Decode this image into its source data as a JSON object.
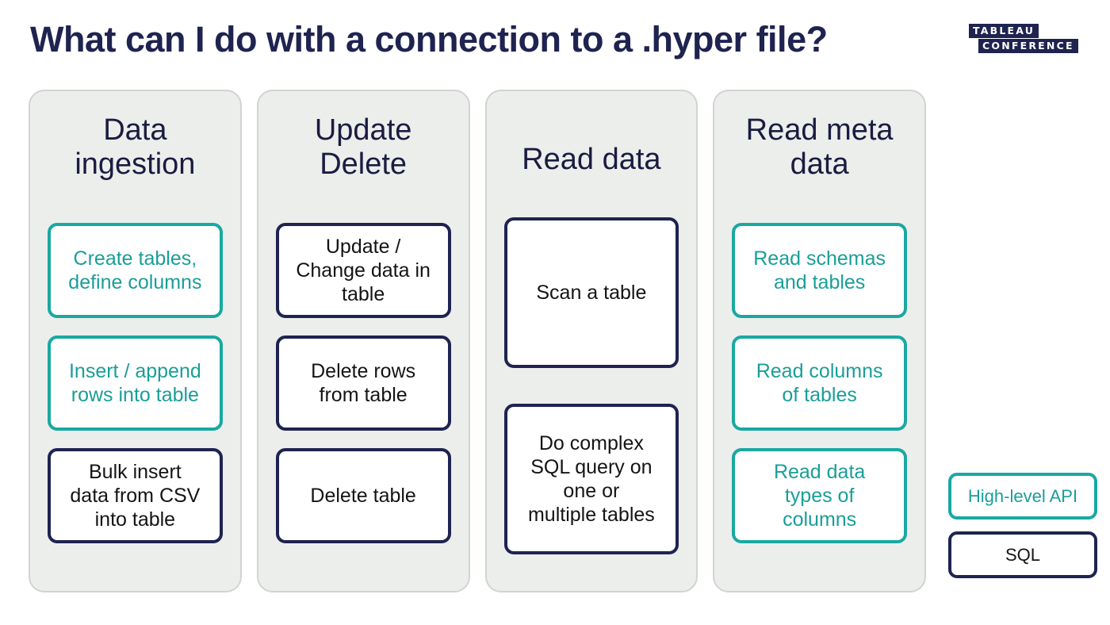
{
  "slide": {
    "title": "What can I do with a connection to a .hyper file?",
    "background_color": "#fefffe"
  },
  "logo": {
    "name": "tableau-conference-logo",
    "line1": "TABLEAU",
    "line2": "CONFERENCE",
    "color": "#1f2350",
    "text_color": "#ffffff"
  },
  "colors": {
    "navy": "#1f2350",
    "teal": "#1aa8a2",
    "teal_text": "#1a9e98",
    "card_background": "#eceeec",
    "card_border": "#d2d4d2",
    "box_background": "#ffffff",
    "sql_text": "#141414"
  },
  "columns": [
    {
      "id": "data-ingestion",
      "header_lines": [
        "Data",
        "ingestion"
      ],
      "items": [
        {
          "id": "create-tables",
          "type": "api",
          "lines": [
            "Create tables,",
            "define columns"
          ]
        },
        {
          "id": "insert-append-rows",
          "type": "api",
          "lines": [
            "Insert / append",
            "rows into table"
          ]
        },
        {
          "id": "bulk-insert-csv",
          "type": "sql",
          "lines": [
            "Bulk insert",
            "data from CSV",
            "into table"
          ]
        }
      ]
    },
    {
      "id": "update-delete",
      "header_lines": [
        "Update",
        "Delete"
      ],
      "items": [
        {
          "id": "update-change-data",
          "type": "sql",
          "lines": [
            "Update /",
            "Change data in",
            "table"
          ]
        },
        {
          "id": "delete-rows",
          "type": "sql",
          "lines": [
            "Delete rows",
            "from table"
          ]
        },
        {
          "id": "delete-table",
          "type": "sql",
          "lines": [
            "Delete table"
          ]
        }
      ]
    },
    {
      "id": "read-data",
      "header_lines": [
        "Read data"
      ],
      "items": [
        {
          "id": "scan-a-table",
          "type": "sql",
          "lines": [
            "Scan a table"
          ]
        },
        {
          "id": "complex-sql-query",
          "type": "sql",
          "lines": [
            "Do complex",
            "SQL query on",
            "one or",
            "multiple tables"
          ]
        }
      ]
    },
    {
      "id": "read-meta-data",
      "header_lines": [
        "Read meta",
        "data"
      ],
      "items": [
        {
          "id": "read-schemas-tables",
          "type": "api",
          "lines": [
            "Read schemas",
            "and tables"
          ]
        },
        {
          "id": "read-columns-of-tables",
          "type": "api",
          "lines": [
            "Read columns",
            "of tables"
          ]
        },
        {
          "id": "read-data-types",
          "type": "api",
          "lines": [
            "Read data",
            "types of",
            "columns"
          ]
        }
      ]
    }
  ],
  "legend": [
    {
      "id": "legend-high-level-api",
      "type": "api",
      "label": "High-level API"
    },
    {
      "id": "legend-sql",
      "type": "sql",
      "label": "SQL"
    }
  ]
}
